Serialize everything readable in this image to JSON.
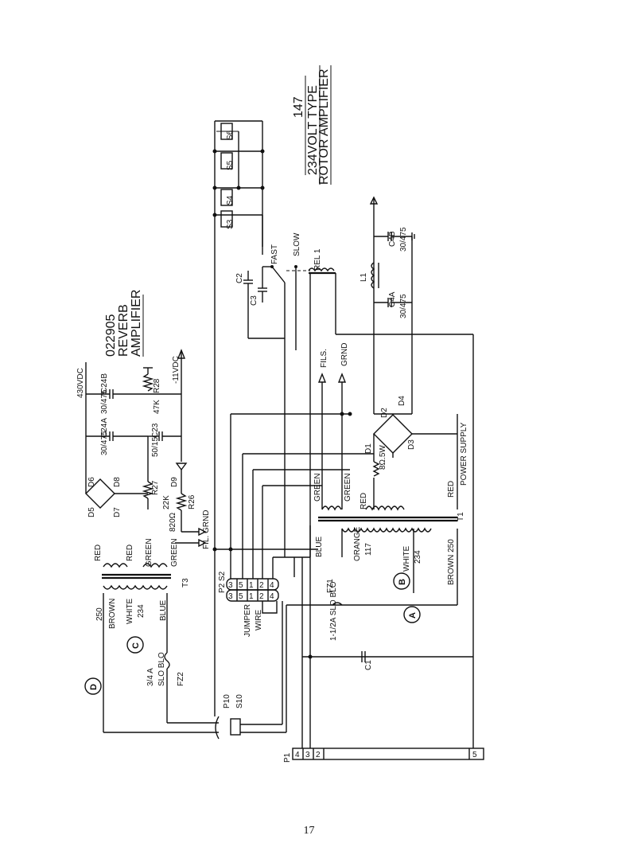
{
  "rotor_amp": {
    "line1": "147",
    "line2": "234VOLT TYPE",
    "line3": "ROTOR AMPLIFIER"
  },
  "reverb_amp": {
    "line1": "022905",
    "line2": "REVERB",
    "line3": "AMPLIFIER"
  },
  "voltages": {
    "hv": "430VDC",
    "neg": "-11VDC"
  },
  "components": {
    "c24b": "C24B",
    "c24b_val": "30/475",
    "c24a": "C24A",
    "c24a_val": "30/475",
    "r28": "R28",
    "r28_val": "47K",
    "c23": "C23",
    "c23_val": "50/15",
    "d9": "D9",
    "r27": "R27",
    "r27_val": "22K",
    "r26": "R26",
    "r26_val": "820Ω",
    "d5": "D5",
    "d6": "D6",
    "d7": "D7",
    "d8": "D8",
    "c4b": "C4B",
    "c4b_val": "30/475",
    "c4a": "C4A",
    "c4a_val": "30/475",
    "l1": "L1",
    "rel1": "REL 1",
    "c2": "C2",
    "c3": "C3",
    "d1": "D1",
    "d2": "D2",
    "d3": "D3",
    "d4": "D4",
    "r_val": "8Ω.5W",
    "c1": "C1",
    "fz1": "FZ1",
    "fz1_val": "1-1/2A SLO BLO",
    "fz2": "FZ2",
    "fz2_val1": "3/4 A",
    "fz2_val2": "SLO BLO",
    "t1": "T1",
    "t3": "T3",
    "p2s2": "P2 S2",
    "jumper1": "JUMPER",
    "jumper2": "WIRE",
    "p1": "P1",
    "p10": "P10",
    "s10": "S10"
  },
  "switches": {
    "s3": "S3",
    "s4": "S4",
    "s5": "S5",
    "s6": "S6",
    "fast": "FAST",
    "slow": "SLOW"
  },
  "wires": {
    "red": "RED",
    "green": "GREEN",
    "blue": "BLUE",
    "brown": "BROWN",
    "white": "WHITE",
    "orange": "ORANGE",
    "v117": "117",
    "v234": "234",
    "v250": "250",
    "brown250": "BROWN 250",
    "fils": "FILS.",
    "grnd": "GRND",
    "filgrnd": "FIL. GRND",
    "power_supply": "POWER SUPPLY"
  },
  "pins": {
    "p2_1": "3",
    "p2_2": "5",
    "p2_3": "1",
    "p2_4": "2",
    "p2_5": "4",
    "s2_1": "3",
    "s2_2": "5",
    "s2_3": "1",
    "s2_4": "2",
    "s2_5": "4",
    "p1_4": "4",
    "p1_3": "3",
    "p1_2": "2",
    "p1_5": "5"
  },
  "markers": {
    "a": "A",
    "b": "B",
    "c": "C",
    "d": "D"
  },
  "page_number": "17"
}
